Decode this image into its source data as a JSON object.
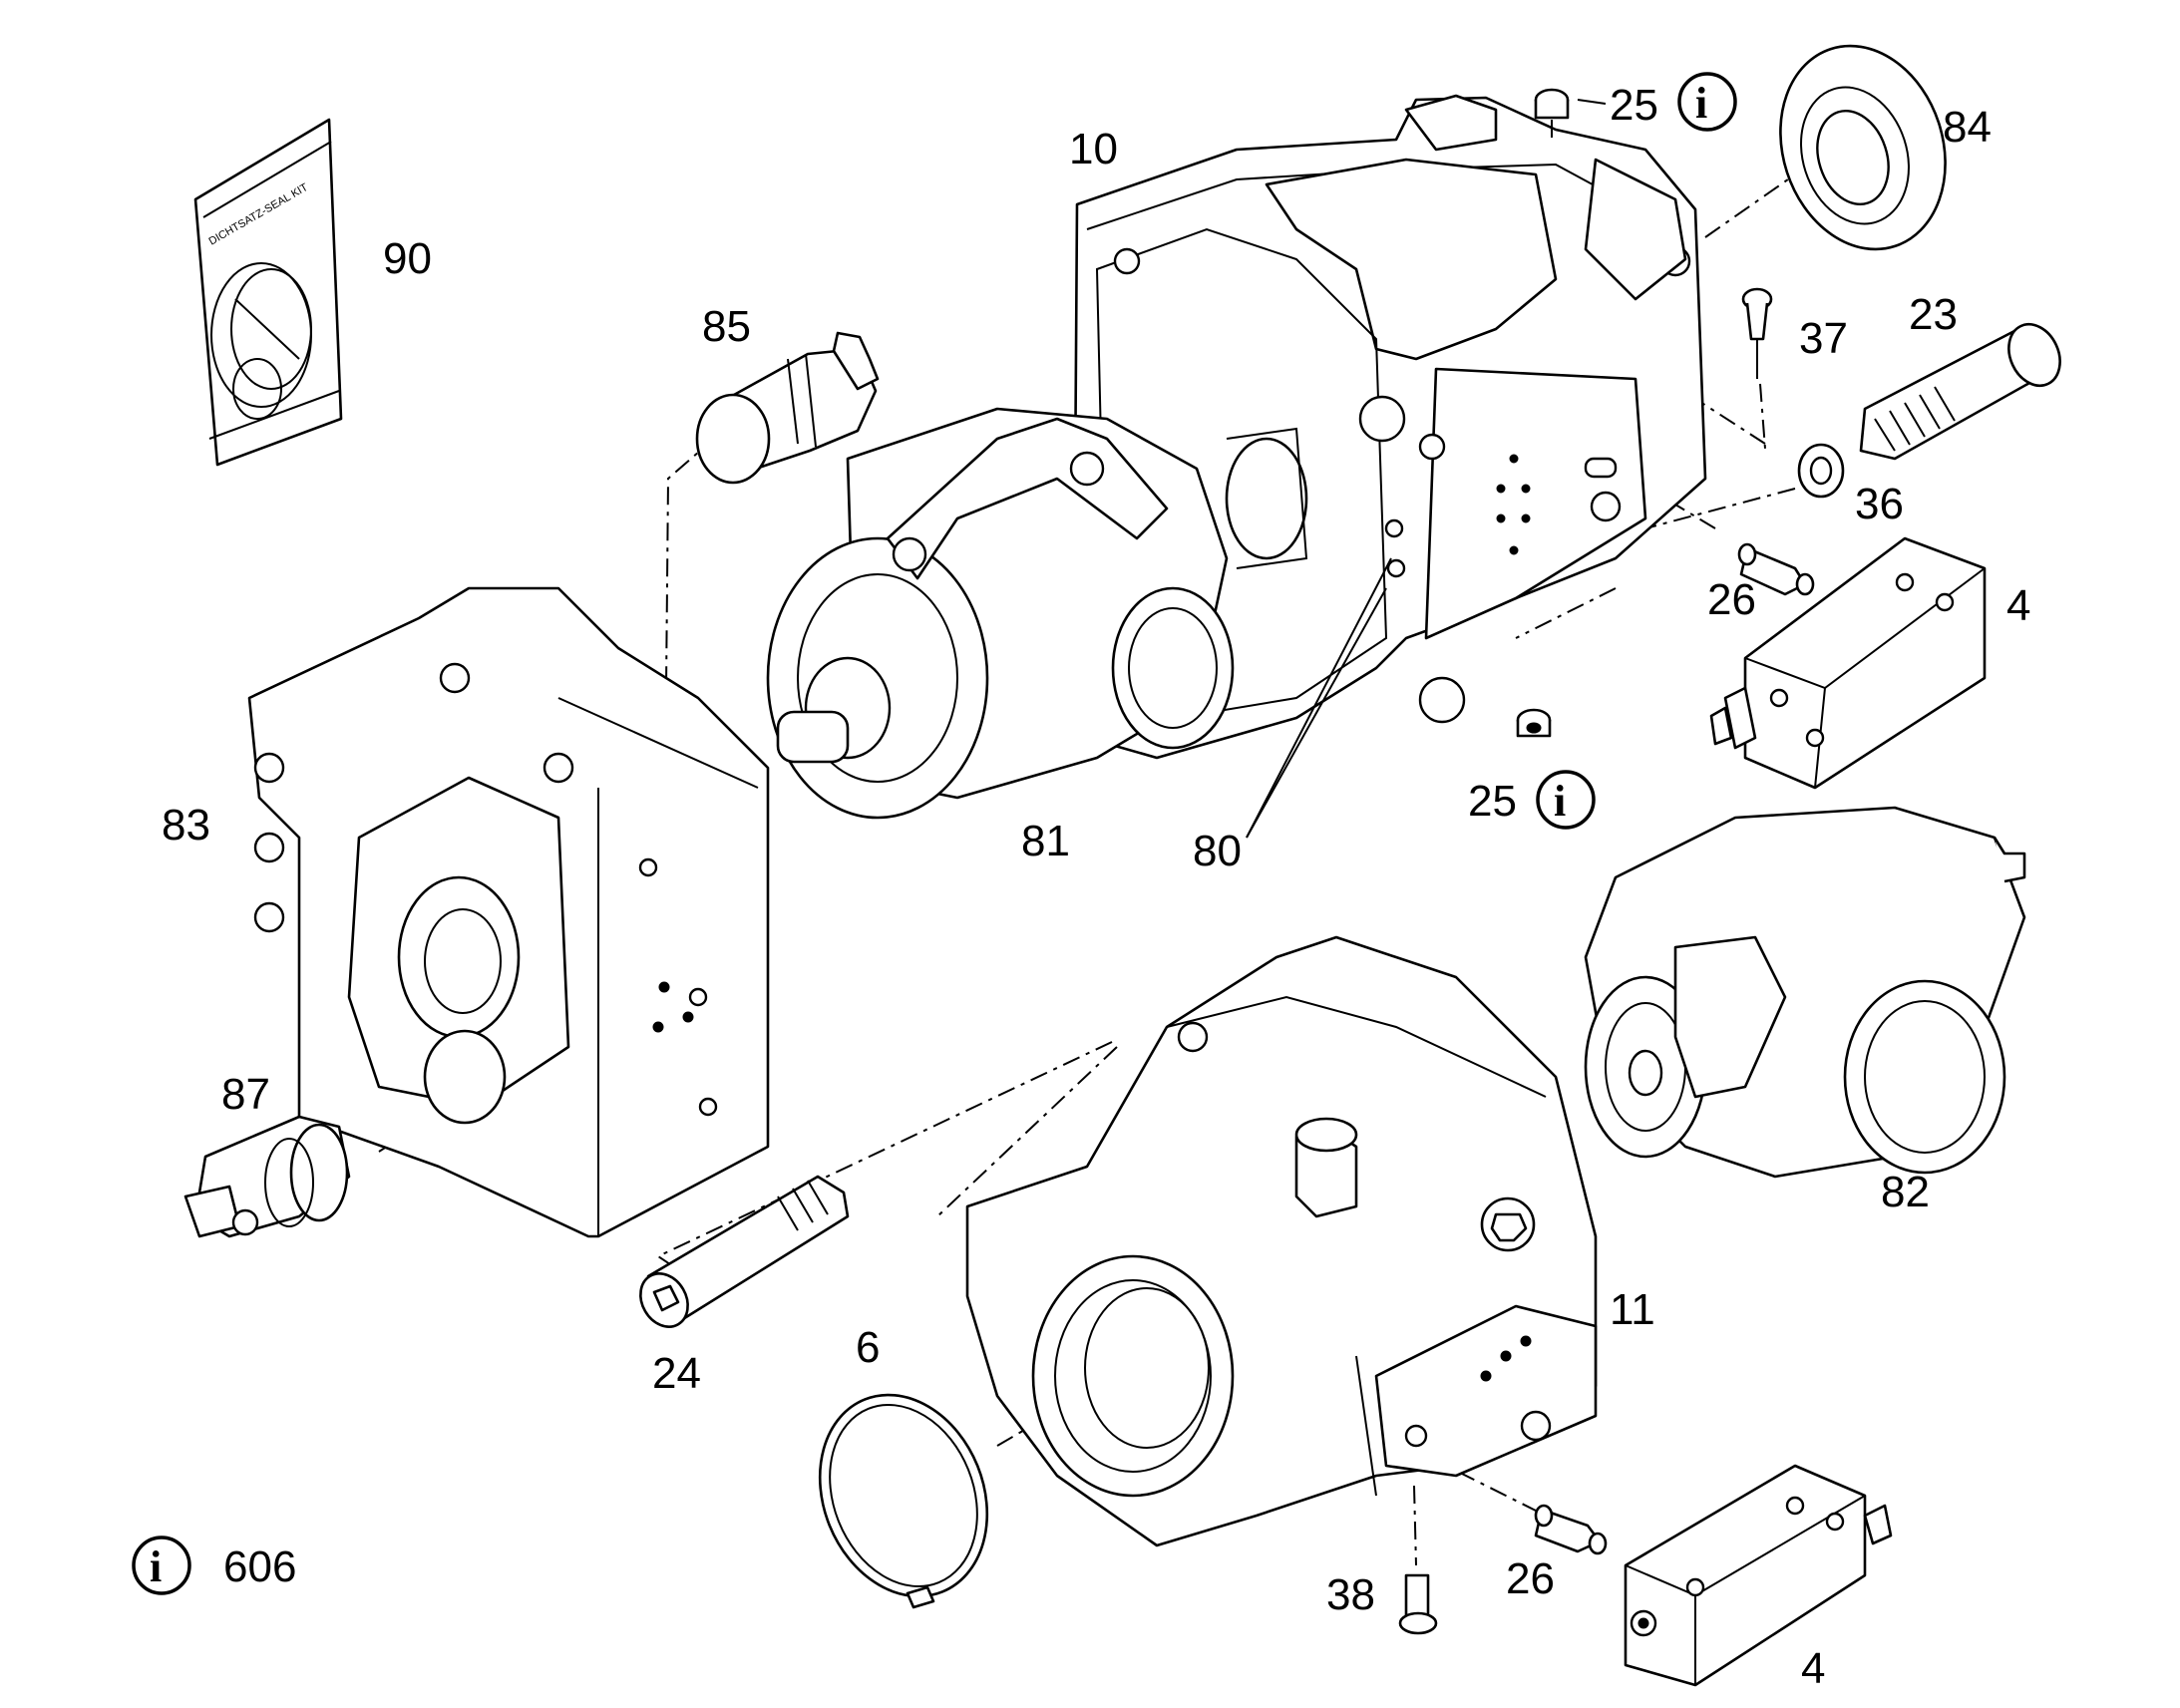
{
  "diagram": {
    "labels": [
      {
        "id": "90",
        "text": "90"
      },
      {
        "id": "85",
        "text": "85"
      },
      {
        "id": "10",
        "text": "10"
      },
      {
        "id": "25a",
        "text": "25"
      },
      {
        "id": "84",
        "text": "84"
      },
      {
        "id": "37",
        "text": "37"
      },
      {
        "id": "23",
        "text": "23"
      },
      {
        "id": "36",
        "text": "36"
      },
      {
        "id": "26a",
        "text": "26"
      },
      {
        "id": "4a",
        "text": "4"
      },
      {
        "id": "25b",
        "text": "25"
      },
      {
        "id": "81",
        "text": "81"
      },
      {
        "id": "80",
        "text": "80"
      },
      {
        "id": "83",
        "text": "83"
      },
      {
        "id": "82",
        "text": "82"
      },
      {
        "id": "87",
        "text": "87"
      },
      {
        "id": "24",
        "text": "24"
      },
      {
        "id": "6",
        "text": "6"
      },
      {
        "id": "11",
        "text": "11"
      },
      {
        "id": "38",
        "text": "38"
      },
      {
        "id": "26b",
        "text": "26"
      },
      {
        "id": "4b",
        "text": "4"
      },
      {
        "id": "606",
        "text": "606"
      }
    ],
    "info_glyph": "i",
    "seal_kit_text": "DICHTSATZ-SEAL KIT"
  }
}
